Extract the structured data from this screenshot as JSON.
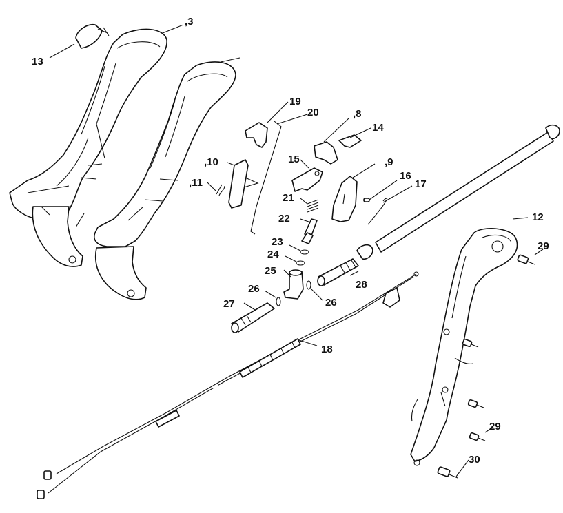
{
  "callouts": {
    "c3": ",3",
    "c8": ",8",
    "c9": ",9",
    "c10": ",10",
    "c11": ",11",
    "c12": "12",
    "c13": "13",
    "c14": "14",
    "c15": "15",
    "c16": "16",
    "c17": "17",
    "c18": "18",
    "c19": "19",
    "c20": "20",
    "c21": "21",
    "c22": "22",
    "c23": "23",
    "c24": "24",
    "c25": "25",
    "c26a": "26",
    "c26b": "26",
    "c27": "27",
    "c28": "28",
    "c29a": "29",
    "c29b": "29",
    "c30": "30"
  }
}
